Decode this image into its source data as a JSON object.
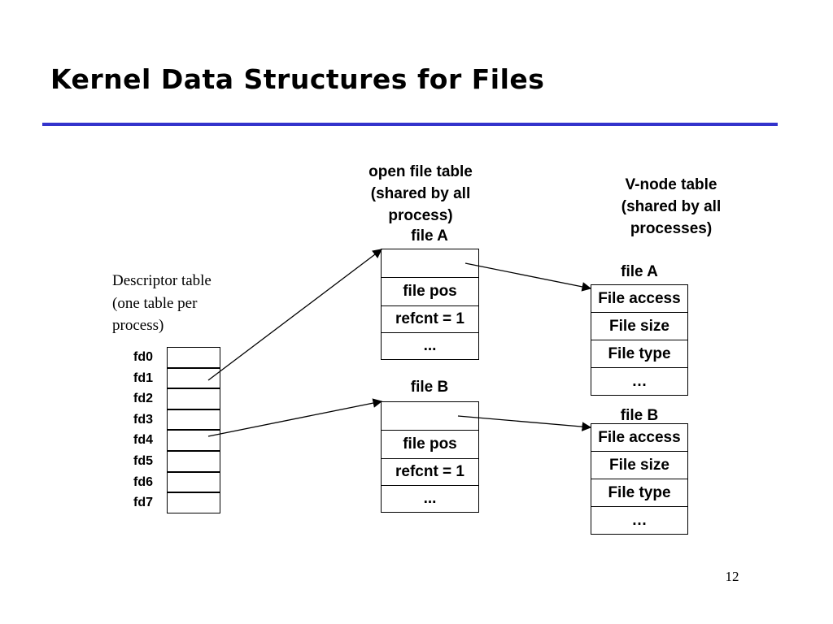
{
  "title": "Kernel Data Structures for Files",
  "colors": {
    "title_rule": "#3333cc"
  },
  "descriptor_table": {
    "caption": [
      "Descriptor table",
      "(one table per",
      "process)"
    ],
    "rows": [
      "fd0",
      "fd1",
      "fd2",
      "fd3",
      "fd4",
      "fd5",
      "fd6",
      "fd7"
    ]
  },
  "open_file_table": {
    "header": [
      "open file table",
      "(shared by all",
      "process)"
    ],
    "entries": [
      {
        "name": "file A",
        "fields": [
          "",
          "file pos",
          "refcnt = 1",
          "..."
        ]
      },
      {
        "name": "file B",
        "fields": [
          "",
          "file pos",
          "refcnt = 1",
          "..."
        ]
      }
    ]
  },
  "vnode_table": {
    "header": [
      "V-node table",
      "(shared by all",
      "processes)"
    ],
    "entries": [
      {
        "name": "file A",
        "fields": [
          "File access",
          "File size",
          "File type",
          "…"
        ]
      },
      {
        "name": "file B",
        "fields": [
          "File access",
          "File size",
          "File type",
          "…"
        ]
      }
    ]
  },
  "arrows": [
    {
      "from": "fd1",
      "to": "open file table: file A"
    },
    {
      "from": "fd4",
      "to": "open file table: file B"
    },
    {
      "from": "open file table: file A",
      "to": "v-node table: file A"
    },
    {
      "from": "open file table: file B",
      "to": "v-node table: file B"
    }
  ],
  "page_number": "12"
}
